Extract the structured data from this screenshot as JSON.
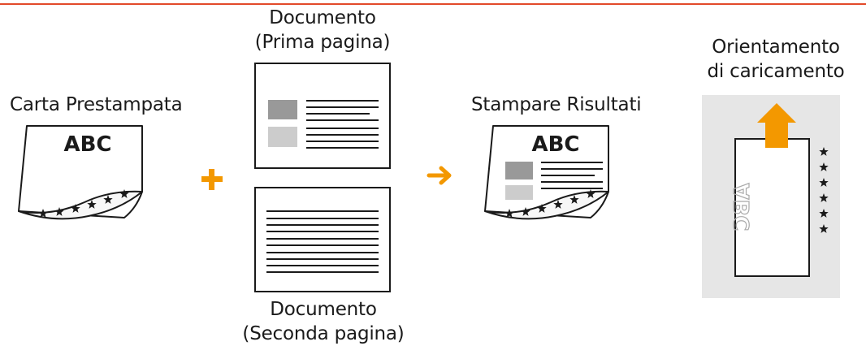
{
  "colors": {
    "accent_orange": "#f39800",
    "rule_red": "#e24a2a",
    "doc_gray_dark": "#999999",
    "doc_gray_light": "#cccccc",
    "panel_gray": "#e6e6e6"
  },
  "labels": {
    "preprinted_paper": "Carta Prestampata",
    "document_first": [
      "Documento",
      "(Prima pagina)"
    ],
    "document_second": [
      "Documento",
      "(Seconda pagina)"
    ],
    "print_results": "Stampare Risultati",
    "loading_orientation": [
      "Orientamento",
      "di caricamento"
    ]
  },
  "sheet_text": {
    "preprinted": "ABC",
    "result": "ABC",
    "loaded_mirrored": "ABC"
  },
  "icons": {
    "plus": "plus-icon",
    "arrow": "arrow-right-icon",
    "feed_arrow": "arrow-up-icon",
    "stars": "star-icon"
  }
}
